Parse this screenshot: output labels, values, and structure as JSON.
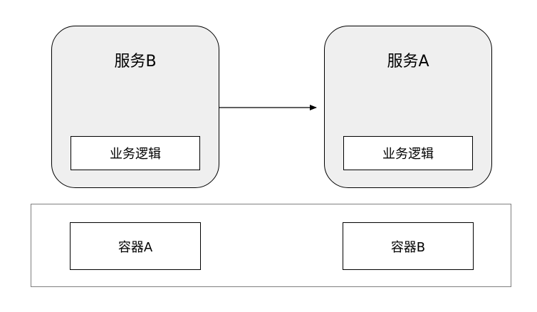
{
  "services": {
    "left": {
      "title": "服务B",
      "logic_label": "业务逻辑"
    },
    "right": {
      "title": "服务A",
      "logic_label": "业务逻辑"
    }
  },
  "containers": {
    "left": {
      "label": "容器A"
    },
    "right": {
      "label": "容器B"
    }
  },
  "colors": {
    "service_fill": "#efefef",
    "frame_border": "#7f7f7f",
    "line": "#000000"
  },
  "edges": [
    {
      "from": "服务B",
      "to": "服务A"
    }
  ]
}
